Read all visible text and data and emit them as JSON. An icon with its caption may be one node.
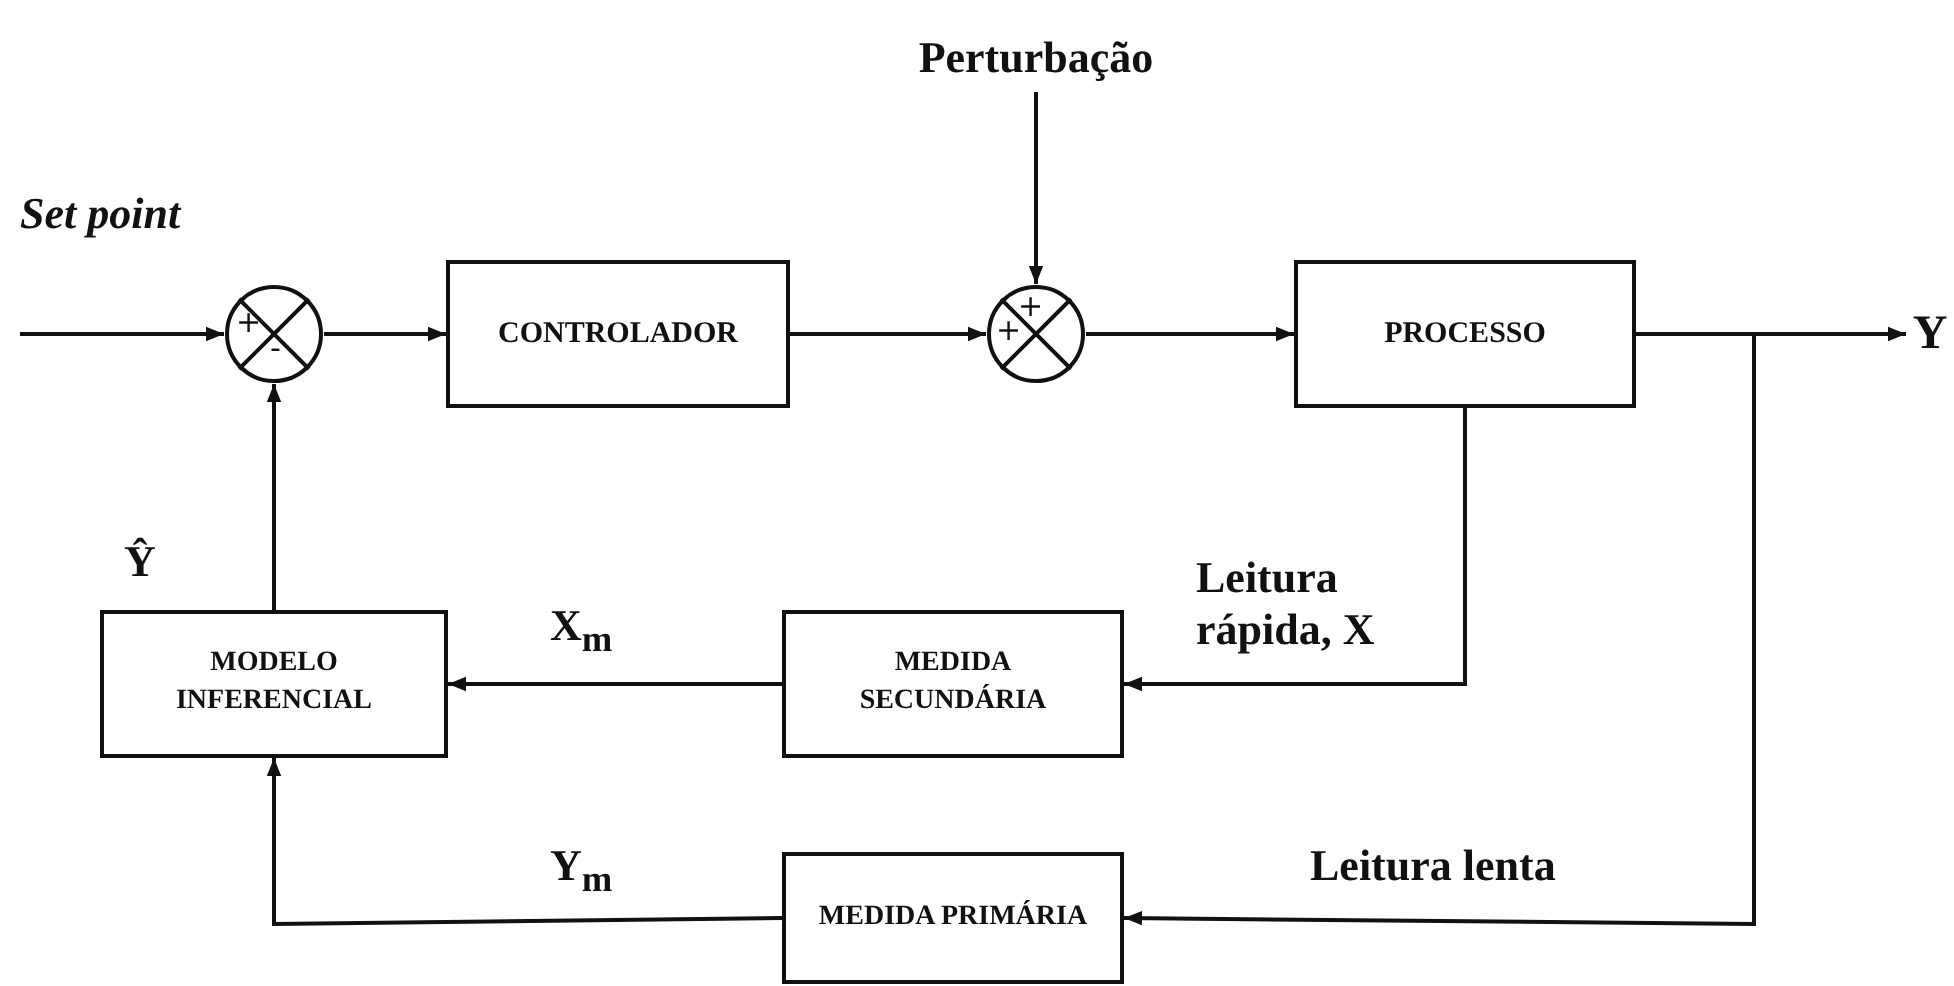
{
  "diagram": {
    "nodes": [
      {
        "text": [
          "+",
          "-"
        ]
      },
      {
        "text": [
          "CONTROLADOR"
        ]
      },
      {
        "text": [
          "+",
          "+"
        ]
      },
      {
        "text": [
          "PROCESSO"
        ]
      },
      {
        "text": [
          "Perturbação"
        ]
      },
      {
        "text": [
          "Y"
        ]
      },
      {
        "text": [
          "MODELO INFERENCIAL"
        ],
        "beside": [
          "Ŷ"
        ]
      },
      {
        "text": [
          "MEDIDA SECUNDÁRIA"
        ]
      },
      {
        "text": [
          "MEDIDA PRIMÁRIA"
        ]
      }
    ],
    "edges": [
      {
        "from": null,
        "to": 0,
        "arrow": "to",
        "label": "Set point"
      },
      {
        "from": 0,
        "to": 1,
        "arrow": "to"
      },
      {
        "from": 1,
        "to": 2,
        "arrow": "to"
      },
      {
        "from": 4,
        "to": 2,
        "arrow": "to"
      },
      {
        "from": 2,
        "to": 3,
        "arrow": "to"
      },
      {
        "from": 3,
        "to": 5,
        "arrow": "to"
      },
      {
        "from": 3,
        "to": 7,
        "arrow": "to",
        "label": "Leitura rápida, X"
      },
      {
        "from": 3,
        "to": 8,
        "arrow": "to",
        "label": "Leitura lenta"
      },
      {
        "from": 7,
        "to": 6,
        "arrow": "to",
        "label": "X$_{m}$"
      },
      {
        "from": 8,
        "to": 6,
        "arrow": "to",
        "label": "Y$_{m}$"
      },
      {
        "from": 6,
        "to": 0,
        "arrow": "to"
      }
    ]
  }
}
